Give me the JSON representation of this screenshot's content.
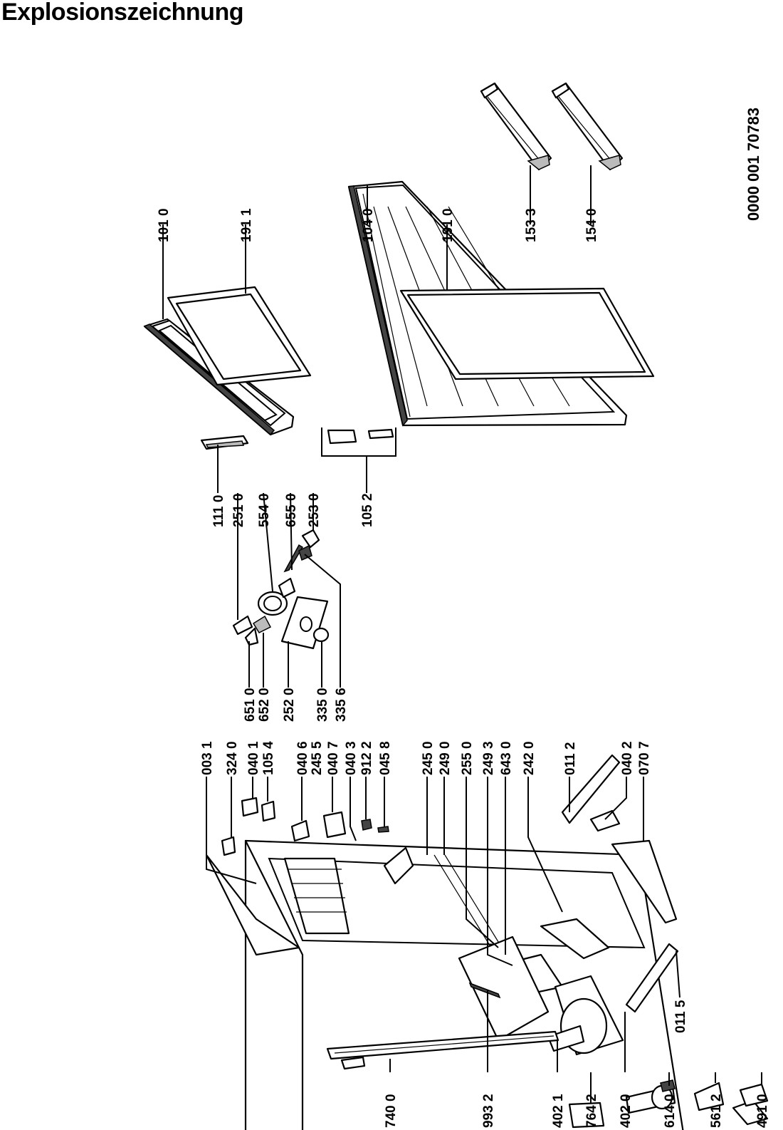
{
  "header": {
    "title": "Explosionszeichnung"
  },
  "document_number": "0000 001 70783",
  "parts": [
    {
      "id": "p101_0",
      "number": "101 0"
    },
    {
      "id": "p191_1",
      "number": "191 1"
    },
    {
      "id": "p104_0",
      "number": "104 0"
    },
    {
      "id": "p191_0",
      "number": "191 0"
    },
    {
      "id": "p153_3",
      "number": "153 3"
    },
    {
      "id": "p154_0",
      "number": "154 0"
    },
    {
      "id": "p111_0",
      "number": "111 0"
    },
    {
      "id": "p251_0",
      "number": "251 0"
    },
    {
      "id": "p554_0",
      "number": "554 0"
    },
    {
      "id": "p655_0",
      "number": "655 0"
    },
    {
      "id": "p253_0",
      "number": "253 0"
    },
    {
      "id": "p105_2",
      "number": "105 2"
    },
    {
      "id": "p651_0",
      "number": "651 0"
    },
    {
      "id": "p652_0",
      "number": "652 0"
    },
    {
      "id": "p252_0",
      "number": "252 0"
    },
    {
      "id": "p335_0",
      "number": "335 0"
    },
    {
      "id": "p335_6",
      "number": "335 6"
    },
    {
      "id": "p003_1",
      "number": "003 1"
    },
    {
      "id": "p324_0",
      "number": "324 0"
    },
    {
      "id": "p040_1",
      "number": "040 1"
    },
    {
      "id": "p105_4",
      "number": "105 4"
    },
    {
      "id": "p040_6",
      "number": "040 6"
    },
    {
      "id": "p245_5",
      "number": "245 5"
    },
    {
      "id": "p040_7",
      "number": "040 7"
    },
    {
      "id": "p040_3",
      "number": "040 3"
    },
    {
      "id": "p912_2",
      "number": "912 2"
    },
    {
      "id": "p045_8",
      "number": "045 8"
    },
    {
      "id": "p245_0",
      "number": "245 0"
    },
    {
      "id": "p249_0",
      "number": "249 0"
    },
    {
      "id": "p255_0",
      "number": "255 0"
    },
    {
      "id": "p249_3",
      "number": "249 3"
    },
    {
      "id": "p643_0",
      "number": "643 0"
    },
    {
      "id": "p242_0",
      "number": "242 0"
    },
    {
      "id": "p011_2",
      "number": "011 2"
    },
    {
      "id": "p040_2",
      "number": "040 2"
    },
    {
      "id": "p070_7",
      "number": "070 7"
    },
    {
      "id": "p011_5",
      "number": "011 5"
    },
    {
      "id": "p740_0",
      "number": "740 0"
    },
    {
      "id": "p993_2",
      "number": "993 2"
    },
    {
      "id": "p402_1",
      "number": "402 1"
    },
    {
      "id": "p764_2",
      "number": "764 2"
    },
    {
      "id": "p402_0",
      "number": "402 0"
    },
    {
      "id": "p614_0",
      "number": "614 0"
    },
    {
      "id": "p561_2",
      "number": "561 2"
    },
    {
      "id": "p491_0",
      "number": "491 0"
    }
  ]
}
